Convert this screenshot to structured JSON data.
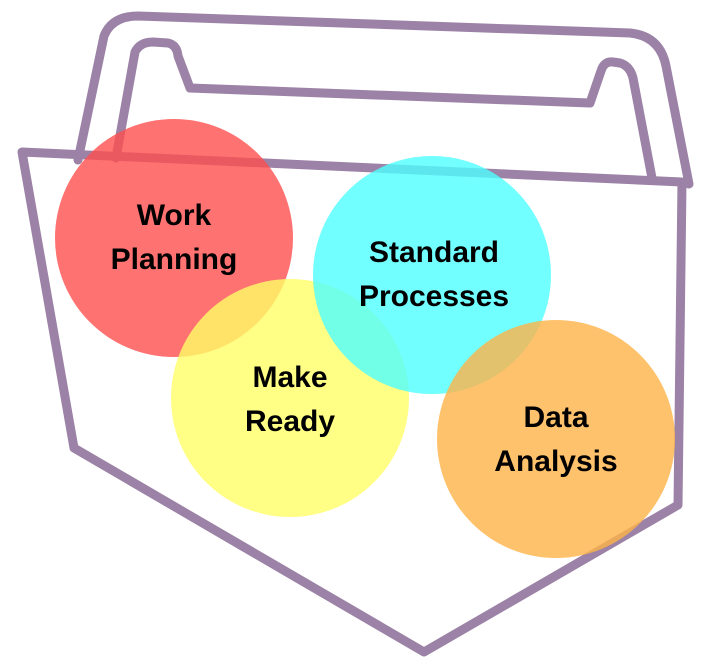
{
  "diagram": {
    "toolbox_outline_color": "#9b82a6",
    "circles": [
      {
        "id": "work-planning",
        "line1": "Work",
        "line2": "Planning",
        "color": "#ff4f4f"
      },
      {
        "id": "make-ready",
        "line1": "Make",
        "line2": "Ready",
        "color": "#ffff66"
      },
      {
        "id": "standard-processes",
        "line1": "Standard",
        "line2": "Processes",
        "color": "#4dffff"
      },
      {
        "id": "data-analysis",
        "line1": "Data",
        "line2": "Analysis",
        "color": "#ffb347"
      }
    ]
  }
}
